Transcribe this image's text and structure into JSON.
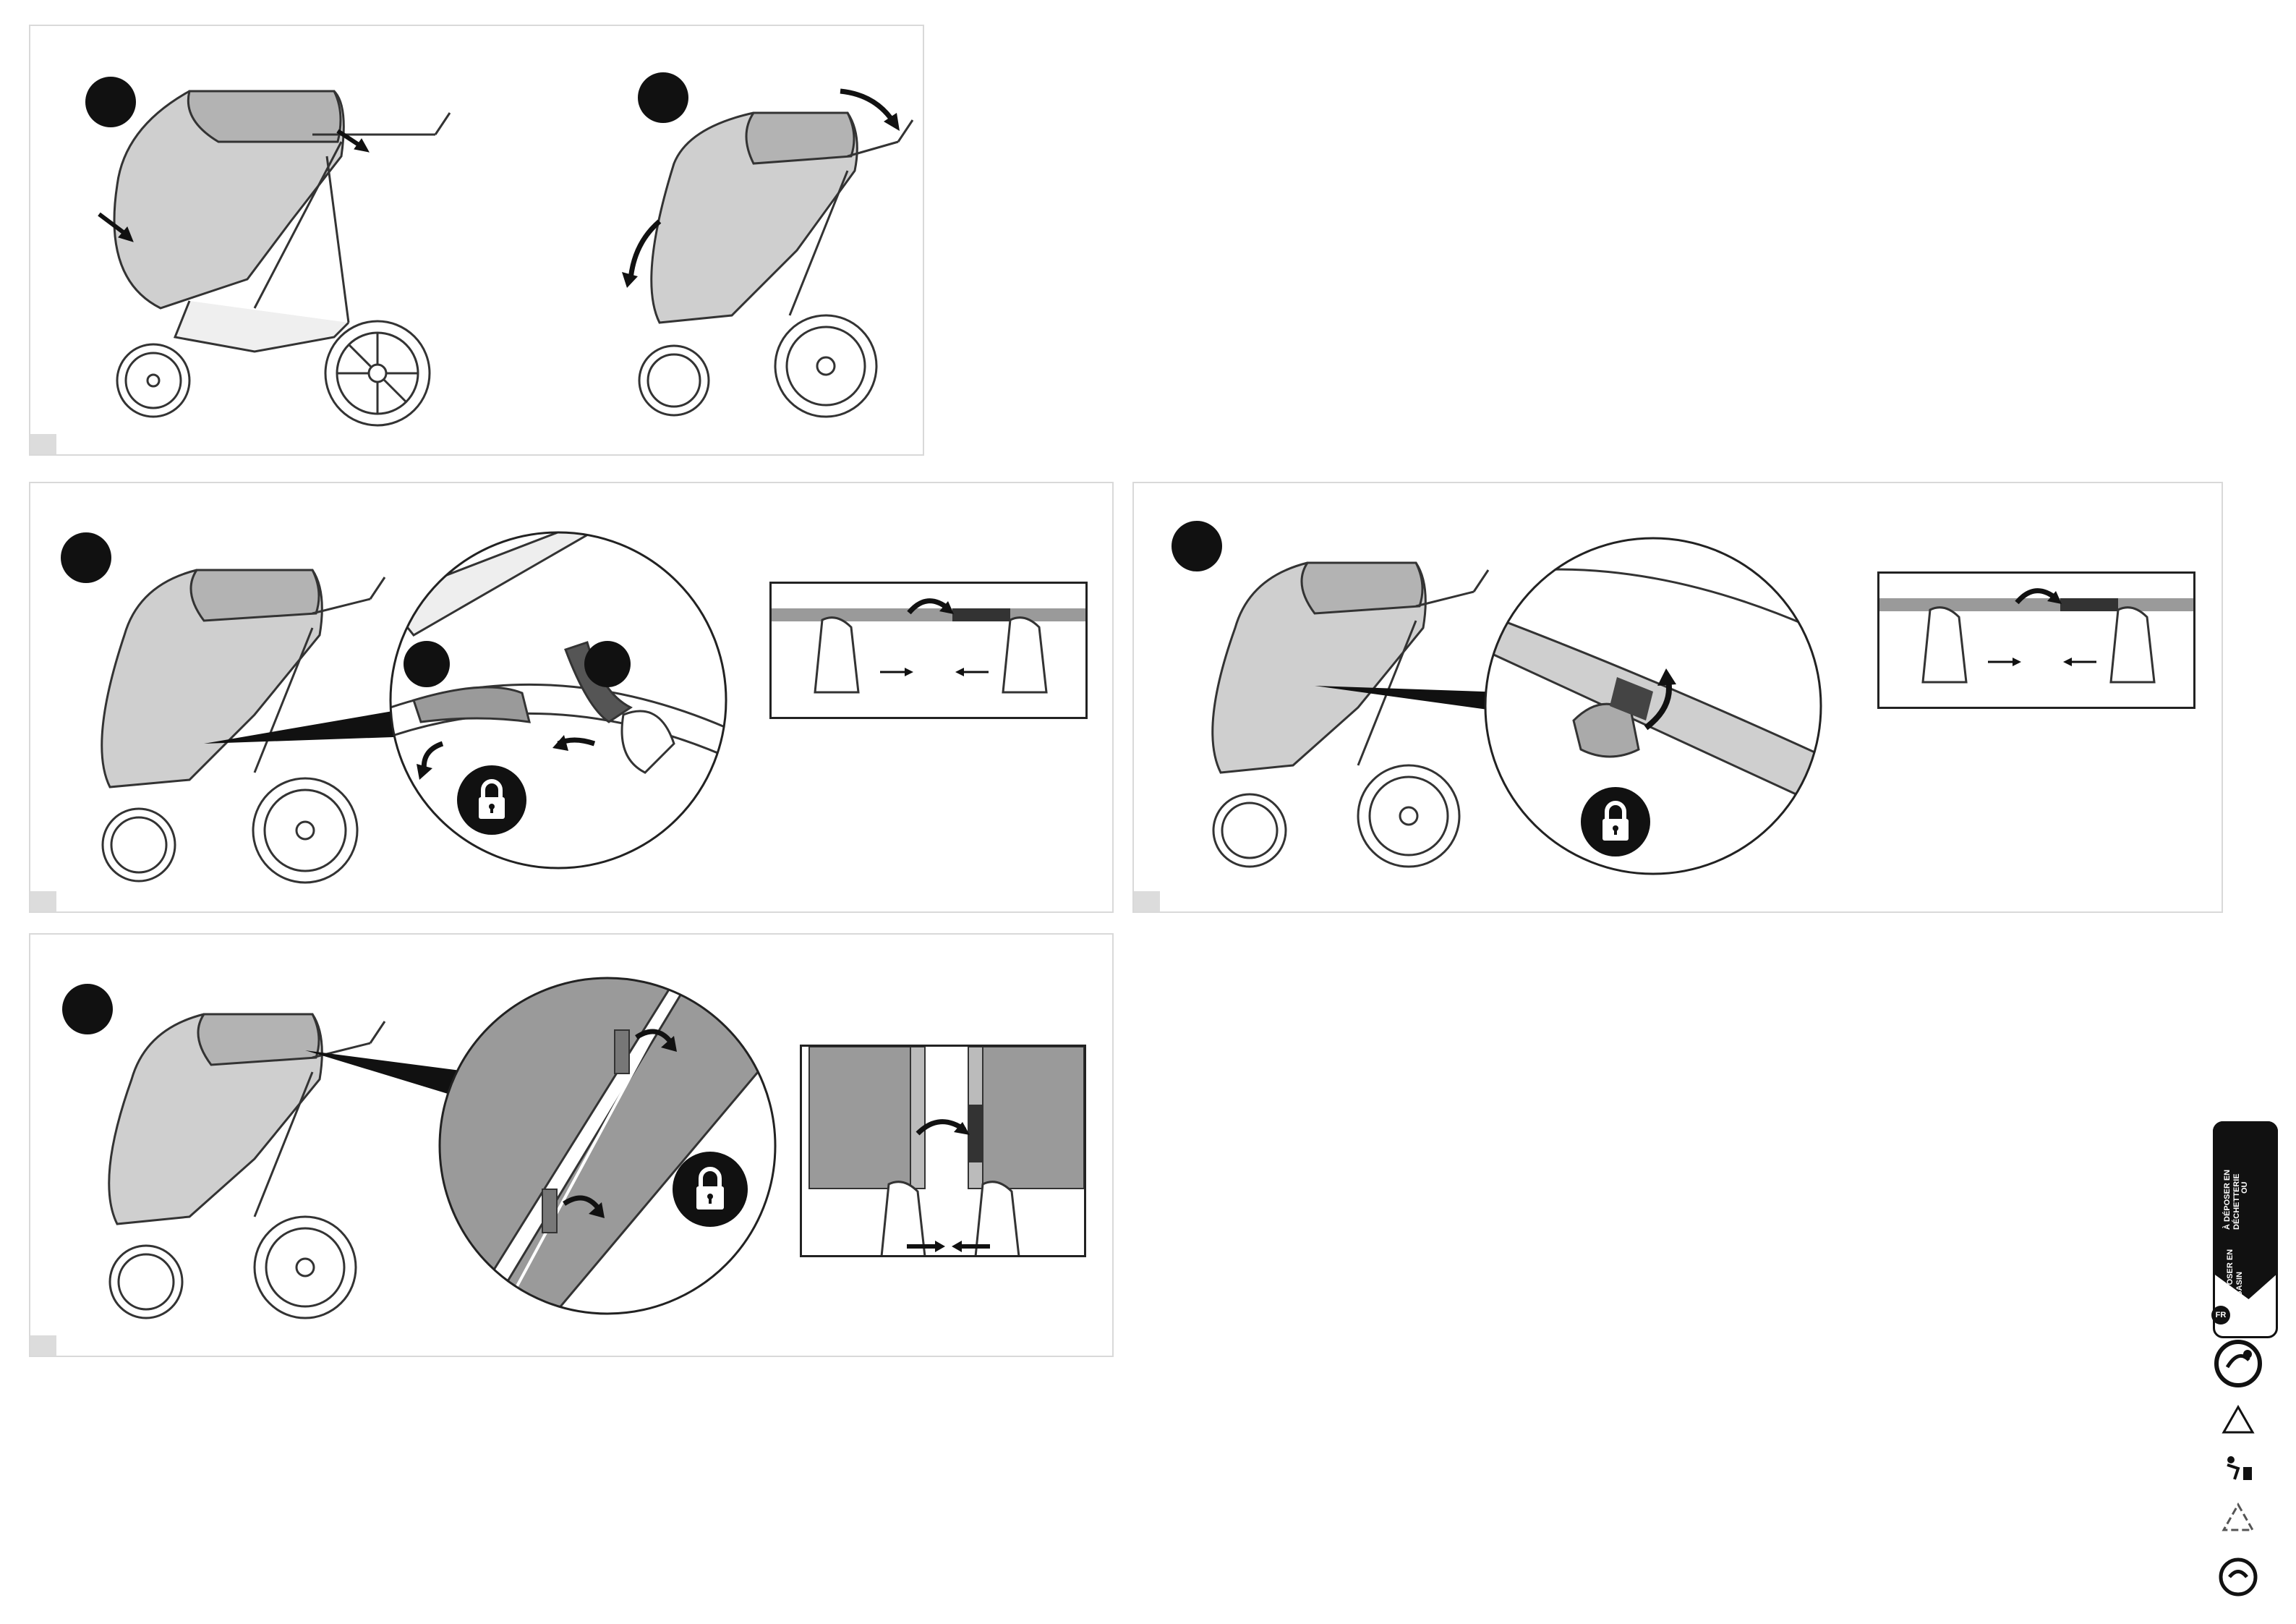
{
  "recycling": {
    "country_code": "FR",
    "instruction_store": "À DÉPOSER EN MAGASIN",
    "instruction_or": "OU",
    "instruction_bin": "À DÉPOSER EN DÉCHETTERIE"
  },
  "icons": {
    "lock": "lock-icon",
    "arrow": "curved-arrow-icon"
  },
  "colors": {
    "cover_gray": "#9a9a9a",
    "light_gray": "#d6d6d6",
    "outline": "#222222"
  }
}
